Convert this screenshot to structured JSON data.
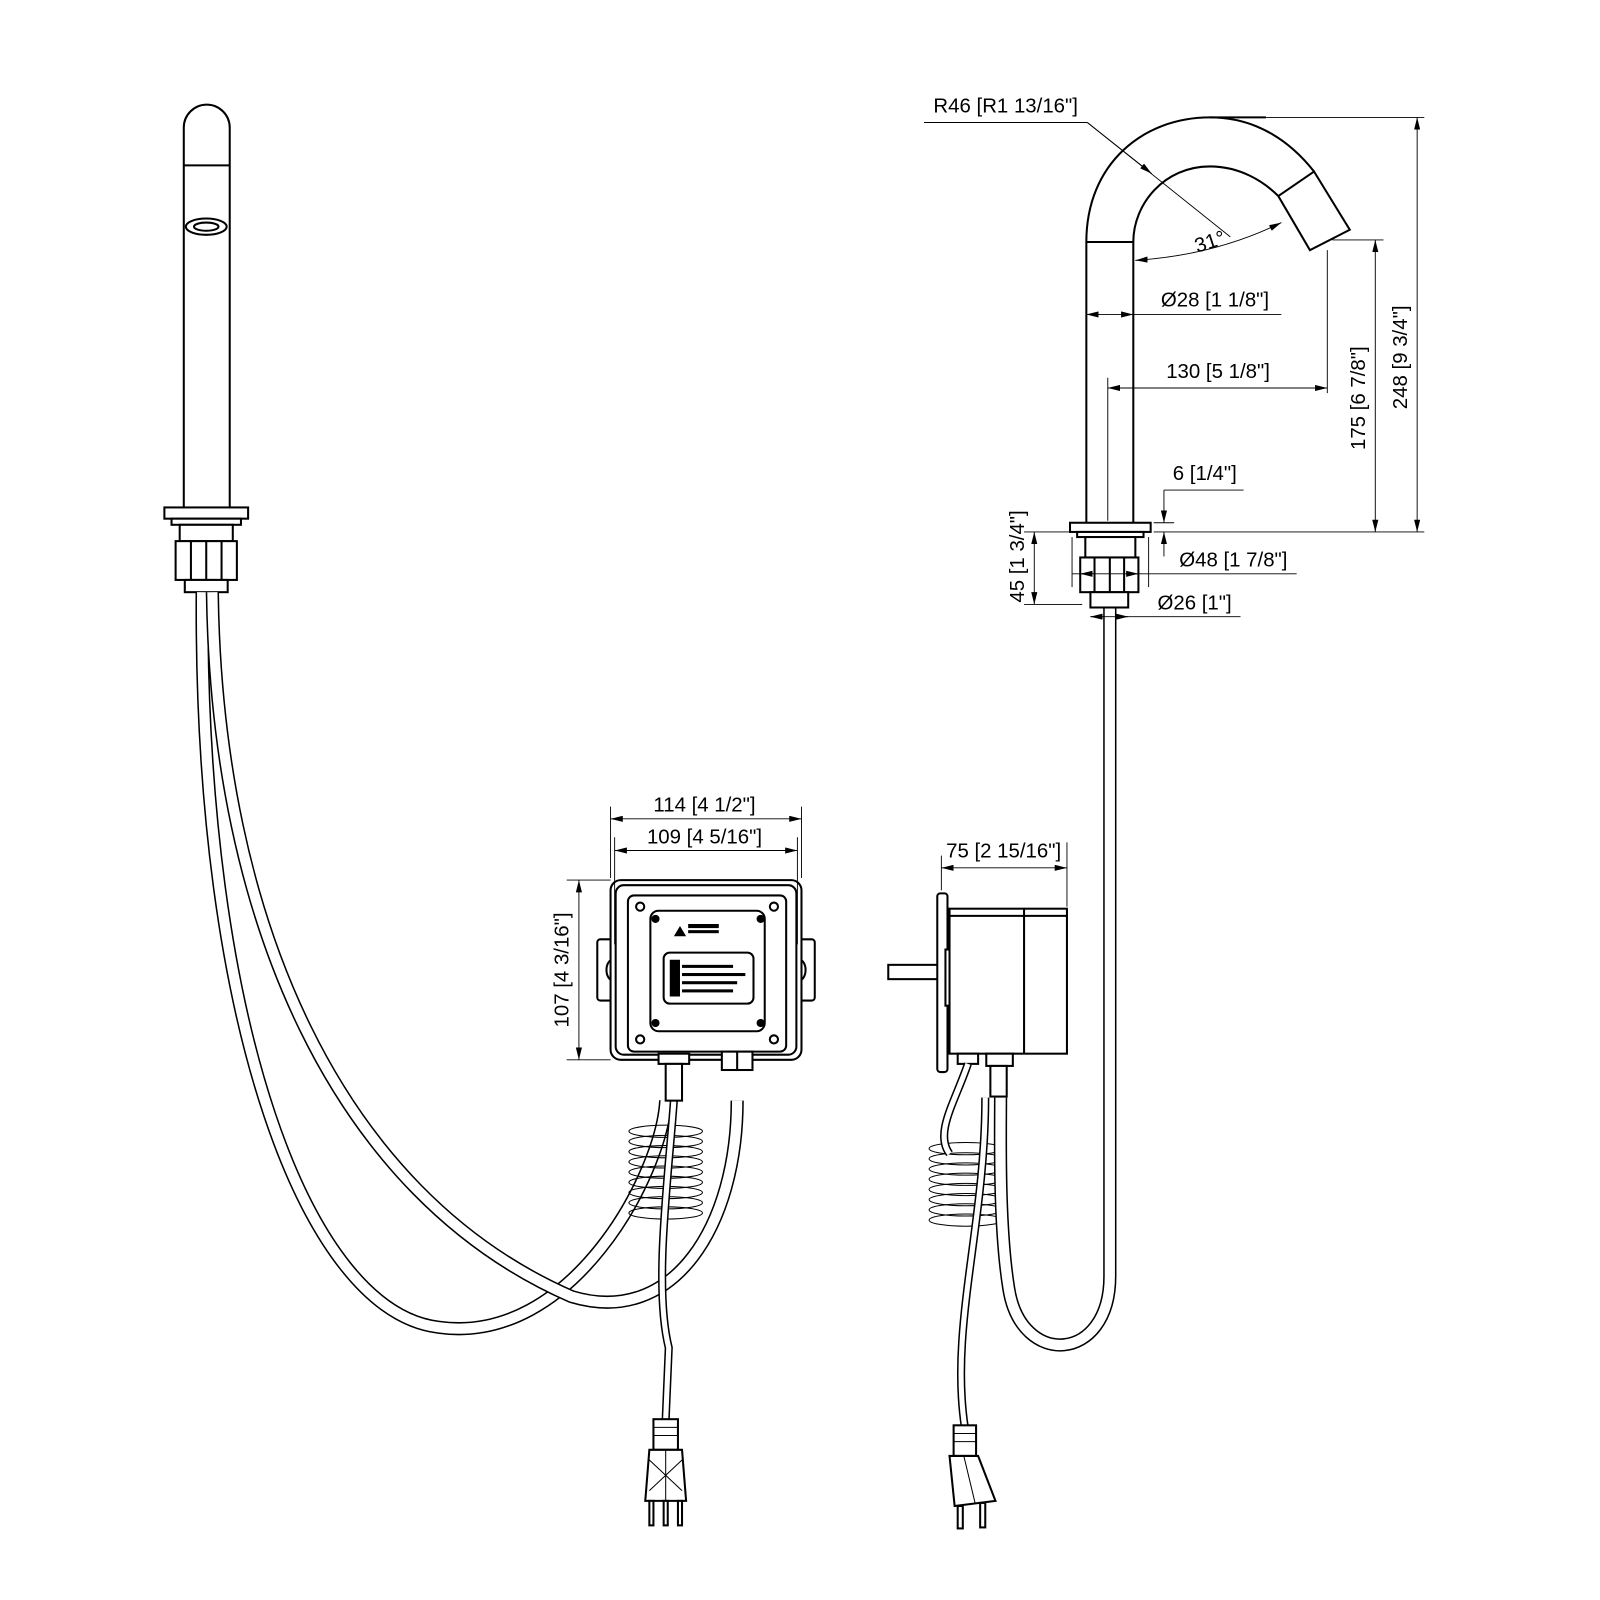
{
  "drawing": {
    "colors": {
      "line": "#000000",
      "background": "#ffffff"
    },
    "spout_dimensions": {
      "radius": "R46 [R1 13/16\"]",
      "angle": "31°",
      "tube_diameter": "Ø28 [1 1/8\"]",
      "reach": "130 [5 1/8\"]",
      "spout_height": "175 [6 7/8\"]",
      "total_height": "248 [9 3/4\"]",
      "flange_thickness": "6 [1/4\"]",
      "flange_diameter": "Ø48 [1 7/8\"]",
      "shank_length": "45 [1 3/4\"]",
      "shank_diameter": "Ø26 [1\"]"
    },
    "control_box_dimensions": {
      "overall_width": "114 [4 1/2\"]",
      "body_width": "109 [4 5/16\"]",
      "height": "107 [4 3/16\"]",
      "depth": "75 [2 15/16\"]"
    }
  }
}
